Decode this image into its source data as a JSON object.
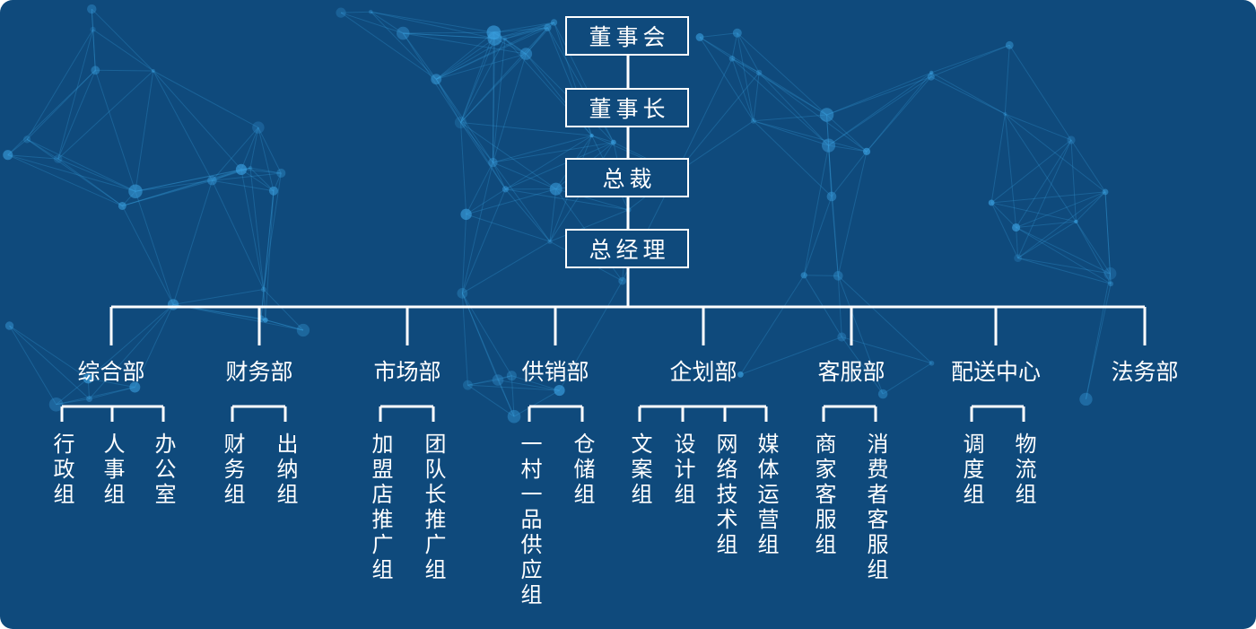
{
  "levels": {
    "board": "董事会",
    "chairman": "董事长",
    "president": "总裁",
    "general_manager": "总经理"
  },
  "departments": [
    {
      "name": "综合部",
      "units": [
        "行政组",
        "人事组",
        "办公室"
      ]
    },
    {
      "name": "财务部",
      "units": [
        "财务组",
        "出纳组"
      ]
    },
    {
      "name": "市场部",
      "units": [
        "加盟店推广组",
        "团队长推广组"
      ]
    },
    {
      "name": "供销部",
      "units": [
        "一村一品供应组",
        "仓储组"
      ]
    },
    {
      "name": "企划部",
      "units": [
        "文案组",
        "设计组",
        "网络技术组",
        "媒体运营组"
      ]
    },
    {
      "name": "客服部",
      "units": [
        "商家客服组",
        "消费者客服组"
      ]
    },
    {
      "name": "配送中心",
      "units": [
        "调度组",
        "物流组"
      ]
    },
    {
      "name": "法务部",
      "units": []
    }
  ],
  "colors": {
    "background": "#0f4a7c",
    "line": "#ffffff",
    "network": "#3aa0e0"
  }
}
